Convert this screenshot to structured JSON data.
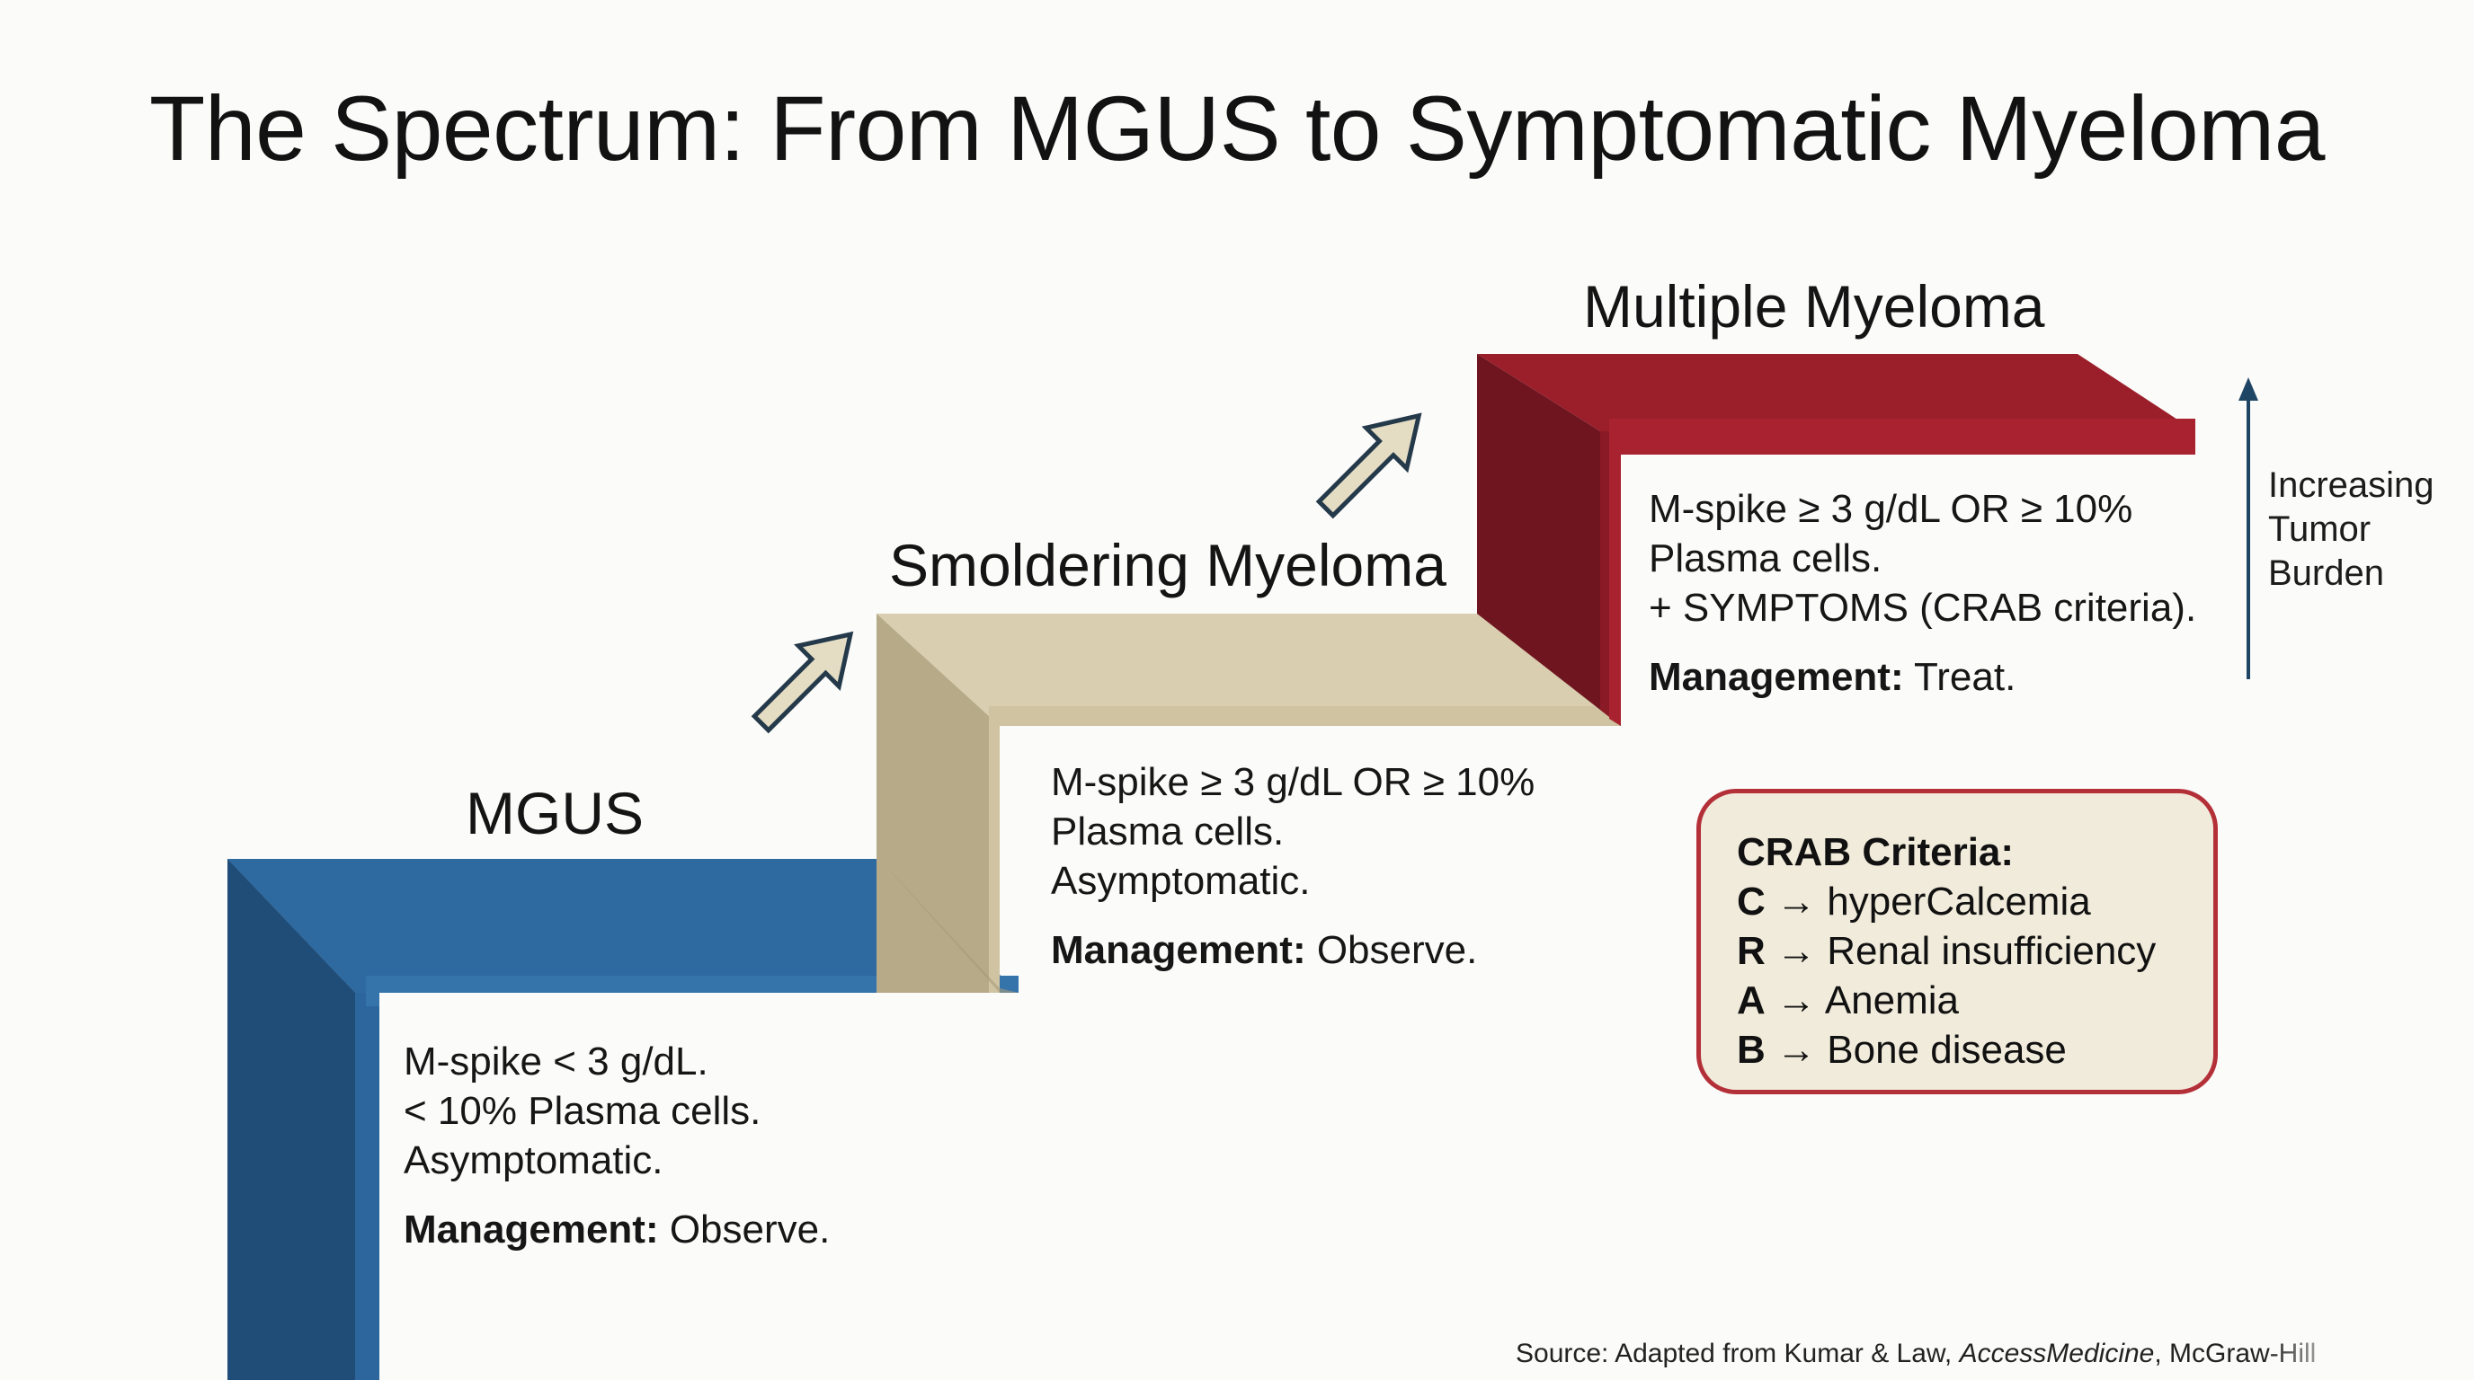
{
  "title": "The Spectrum: From MGUS to Symptomatic Myeloma",
  "colors": {
    "mgus_blue": "#2e6aa0",
    "smoldering_tan": "#d9ceb0",
    "myeloma_red": "#9b1f2b",
    "arrow_fill": "#e4dcc3",
    "arrow_outline": "#24394a",
    "crab_border": "#b43038"
  },
  "stages": [
    {
      "label": "MGUS",
      "lines": [
        "M-spike < 3 g/dL.",
        "< 10% Plasma cells.",
        "Asymptomatic."
      ],
      "management_label": "Management:",
      "management_value": " Observe."
    },
    {
      "label": "Smoldering Myeloma",
      "lines": [
        "M-spike ≥ 3 g/dL OR ≥ 10%",
        "Plasma cells.",
        "Asymptomatic."
      ],
      "management_label": "Management:",
      "management_value": " Observe."
    },
    {
      "label": "Multiple Myeloma",
      "lines": [
        "M-spike ≥ 3 g/dL OR ≥ 10%",
        "Plasma cells.",
        "+ SYMPTOMS (CRAB criteria)."
      ],
      "management_label": "Management:",
      "management_value": " Treat."
    }
  ],
  "burden": {
    "icon": "up-arrow-icon",
    "lines": [
      "Increasing",
      "Tumor",
      "Burden"
    ]
  },
  "crab": {
    "title": "CRAB Criteria:",
    "items": [
      {
        "letter": "C",
        "arrow": "→",
        "text": "hyperCalcemia"
      },
      {
        "letter": "R",
        "arrow": "→",
        "text": "Renal insufficiency"
      },
      {
        "letter": "A",
        "arrow": "→",
        "text": "Anemia"
      },
      {
        "letter": "B",
        "arrow": "→",
        "text": "Bone disease"
      }
    ]
  },
  "source": {
    "prefix": "Source: Adapted from Kumar & Law, ",
    "italic": "AccessMedicine",
    "suffix": ", McGraw-Hill"
  }
}
